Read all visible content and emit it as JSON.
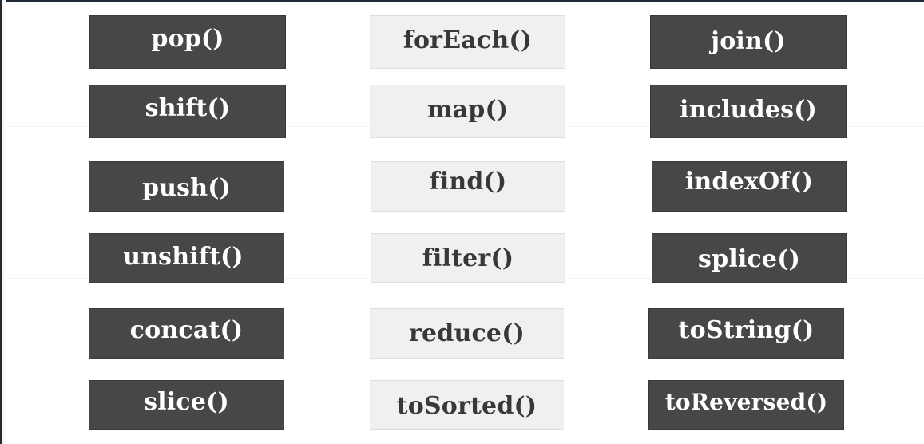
{
  "columns": [
    {
      "style": "dark",
      "items": [
        "pop()",
        "shift()",
        "push()",
        "unshift()",
        "concat()",
        "slice()"
      ]
    },
    {
      "style": "light",
      "items": [
        "forEach()",
        "map()",
        "find()",
        "filter()",
        "reduce()",
        "toSorted()"
      ]
    },
    {
      "style": "dark",
      "items": [
        "join()",
        "includes()",
        "indexOf()",
        "splice()",
        "toString()",
        "toReversed()"
      ]
    }
  ]
}
